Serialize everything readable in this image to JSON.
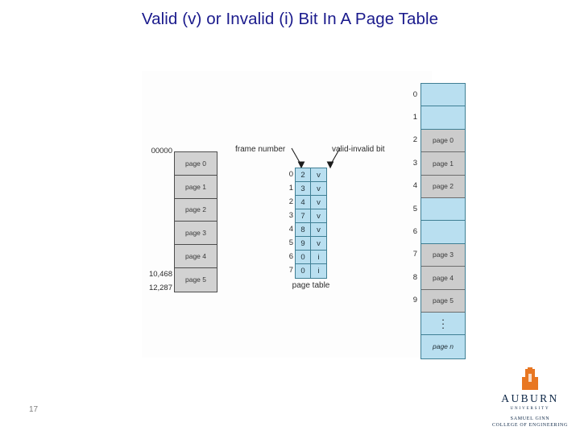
{
  "slide": {
    "title": "Valid (v) or Invalid (i) Bit In A Page Table",
    "page_number": "17",
    "title_color": "#1a1a8c"
  },
  "logical_memory": {
    "address_top": "00000",
    "address_mid": "10,468",
    "address_bottom": "12,287",
    "cells": [
      {
        "label": "page 0"
      },
      {
        "label": "page 1"
      },
      {
        "label": "page 2"
      },
      {
        "label": "page 3"
      },
      {
        "label": "page 4"
      },
      {
        "label": "page 5"
      }
    ]
  },
  "page_table": {
    "caption": "page table",
    "header_left": "frame number",
    "header_right": "valid-invalid bit",
    "rows": [
      {
        "index": "0",
        "frame": "2",
        "bit": "v"
      },
      {
        "index": "1",
        "frame": "3",
        "bit": "v"
      },
      {
        "index": "2",
        "frame": "4",
        "bit": "v"
      },
      {
        "index": "3",
        "frame": "7",
        "bit": "v"
      },
      {
        "index": "4",
        "frame": "8",
        "bit": "v"
      },
      {
        "index": "5",
        "frame": "9",
        "bit": "v"
      },
      {
        "index": "6",
        "frame": "0",
        "bit": "i"
      },
      {
        "index": "7",
        "frame": "0",
        "bit": "i"
      }
    ],
    "cell_color": "#b9dff0",
    "border_color": "#3f7f94"
  },
  "physical_memory": {
    "frames": [
      {
        "index": "0",
        "label": "",
        "state": "empty"
      },
      {
        "index": "1",
        "label": "",
        "state": "empty"
      },
      {
        "index": "2",
        "label": "page 0",
        "state": "filled"
      },
      {
        "index": "3",
        "label": "page 1",
        "state": "filled"
      },
      {
        "index": "4",
        "label": "page 2",
        "state": "filled"
      },
      {
        "index": "5",
        "label": "",
        "state": "empty"
      },
      {
        "index": "6",
        "label": "",
        "state": "empty"
      },
      {
        "index": "7",
        "label": "page 3",
        "state": "filled"
      },
      {
        "index": "8",
        "label": "page 4",
        "state": "filled"
      },
      {
        "index": "9",
        "label": "page 5",
        "state": "filled"
      },
      {
        "index": "",
        "label": "",
        "state": "dots"
      },
      {
        "index": "",
        "label": "page n",
        "state": "empty-italic"
      }
    ],
    "empty_color": "#b9dff0",
    "filled_color": "#cccccc"
  },
  "logo": {
    "word": "AUBURN",
    "sub": "UNIVERSITY",
    "college_line1": "SAMUEL GINN",
    "college_line2": "COLLEGE OF ENGINEERING",
    "mark_color": "#e87722",
    "text_color": "#0b2545"
  }
}
